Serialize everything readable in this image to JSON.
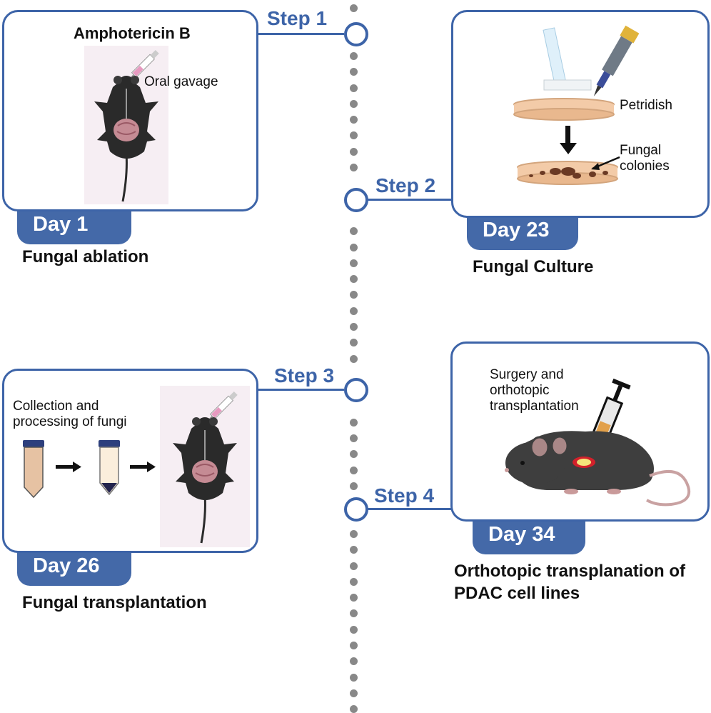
{
  "steps": [
    {
      "label": "Step 1"
    },
    {
      "label": "Step 2"
    },
    {
      "label": "Step 3"
    },
    {
      "label": "Step 4"
    }
  ],
  "panel1": {
    "title": "Amphotericin B",
    "note": "Oral gavage",
    "day": "Day 1",
    "caption": "Fungal ablation"
  },
  "panel2": {
    "petri_label": "Petridish",
    "colonies_label_1": "Fungal",
    "colonies_label_2": "colonies",
    "day": "Day 23",
    "caption": "Fungal Culture"
  },
  "panel3": {
    "note_1": "Collection and",
    "note_2": "processing of fungi",
    "day": "Day 26",
    "caption": "Fungal transplantation"
  },
  "panel4": {
    "note_1": "Surgery and",
    "note_2": "orthotopic",
    "note_3": "transplantation",
    "day": "Day 34",
    "caption_1": "Orthotopic transplanation of",
    "caption_2": "PDAC cell lines"
  },
  "colors": {
    "accent": "#3d64a8",
    "tab": "#4469a8",
    "timeline_dots": "#888888"
  }
}
